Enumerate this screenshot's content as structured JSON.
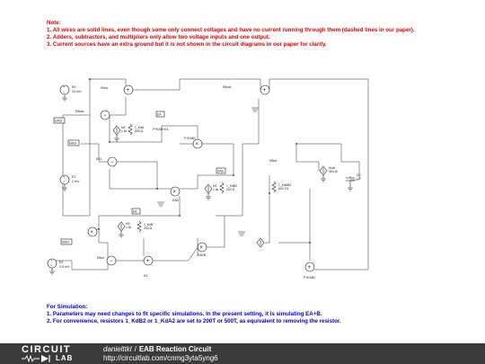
{
  "notes": {
    "heading": "Note:",
    "lines": [
      "1. All wires are solid lines, even though some only connect voltages and have no current running through them (dashed lines in our paper).",
      "2. Adders, subtractors, and multipliers only allow two voltage inputs and one output.",
      "3. Current sources have an extra ground but it is not shown in the circuit diagrams in our paper for clarity."
    ]
  },
  "simulation": {
    "heading": "For Simulation:",
    "lines": [
      "1. Parameters may need changes to fit specific simulations. In the present setting, it is simulating EA+B.",
      "2. For convenience, resistors 1_KdB2 or 1_KdA2 are set to 200T or 500T, as equivalent to removing the resistor."
    ]
  },
  "circuit": {
    "labels": {
      "src_e0": "E0",
      "src_e0_val": "10 mV",
      "e0tot": "E0tot",
      "ea_box": "EA",
      "ea_src_a": "kf2",
      "ea_src_b": "1 fA",
      "res_kda": "1_KdA",
      "res_kda_val": "500 Ω",
      "pea": "P+EAB+EA",
      "pea1": "P+EAB1",
      "ebrad": "EBrad",
      "eb_box": "EAB",
      "e1": "E1",
      "e1_val": "2 mV",
      "eab": "EAB",
      "eb_src_a": "kf2",
      "eb_src_b": "1 fA",
      "res_kdb2": "1_KdB2",
      "res_kdb2_val": "200 Ω",
      "res_kdab2": "1_KdAB2",
      "res_kdab2_val": "500 TΩ",
      "kcat": "Kcat",
      "kcat_val": "300 fA",
      "c0": "C0",
      "c0_val": "1 F",
      "eb_box2": "EB",
      "res_kdb": "1_KdB",
      "res_kdb_val": "200 Ω",
      "ebox3": "EBox",
      "src3_a": "kf3",
      "src3_b": "1 fA",
      "e2": "E2",
      "e2_val": "0.5 mV",
      "eaeb": "EAEB",
      "ebrad2": "EBrad",
      "pea3": "P+EAB2",
      "ea_bot": "EA",
      "e_one": "EA1",
      "ea_in": "EAtot",
      "eb_in": "EBtot",
      "eb_in2": "EBtot",
      "eb_in3": "EBtot"
    }
  },
  "footer": {
    "logo_top": "CIRCUIT",
    "logo_bottom": "LAB",
    "author": "danielttkl",
    "separator": "/",
    "title": "EAB Reaction Circuit",
    "url": "http://circuitlab.com/cnmg3yta5yng6"
  }
}
